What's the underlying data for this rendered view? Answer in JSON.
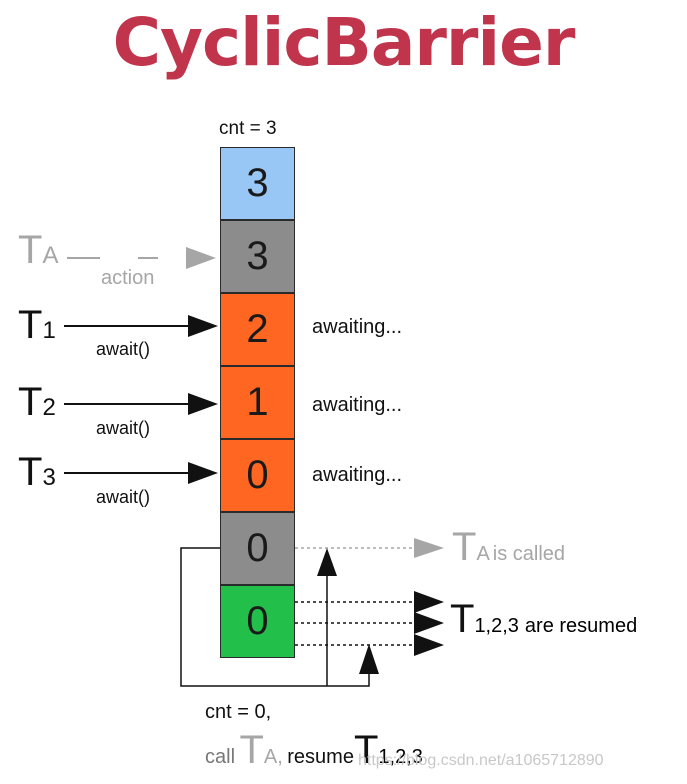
{
  "title": {
    "text": "CyclicBarrier",
    "color": "#c0344c"
  },
  "counter_label": "cnt = 3",
  "cells": [
    {
      "value": "3",
      "color": "#99c7f5"
    },
    {
      "value": "3",
      "color": "#8c8c8c"
    },
    {
      "value": "2",
      "color": "#ff6622"
    },
    {
      "value": "1",
      "color": "#ff6622"
    },
    {
      "value": "0",
      "color": "#ff6622"
    },
    {
      "value": "0",
      "color": "#8c8c8c"
    },
    {
      "value": "0",
      "color": "#22c04a"
    }
  ],
  "action_thread": {
    "letter": "T",
    "subscript": "A",
    "label": "action"
  },
  "threads": [
    {
      "letter": "T",
      "subscript": "1",
      "label": "await()",
      "status": "awaiting..."
    },
    {
      "letter": "T",
      "subscript": "2",
      "label": "await()",
      "status": "awaiting..."
    },
    {
      "letter": "T",
      "subscript": "3",
      "label": "await()",
      "status": "awaiting..."
    }
  ],
  "ta_called": {
    "letter": "T",
    "subscript": "A",
    "text": "is called"
  },
  "resumed": {
    "letter": "T",
    "subscript": "1,2,3",
    "text": "are resumed"
  },
  "bottom": {
    "line1": "cnt = 0,",
    "call": "call",
    "ta_letter": "T",
    "ta_sub": "A,",
    "resume": "resume",
    "t_letter": "T",
    "t_sub": "1,2,3"
  },
  "watermark": "https://blog.csdn.net/a1065712890"
}
